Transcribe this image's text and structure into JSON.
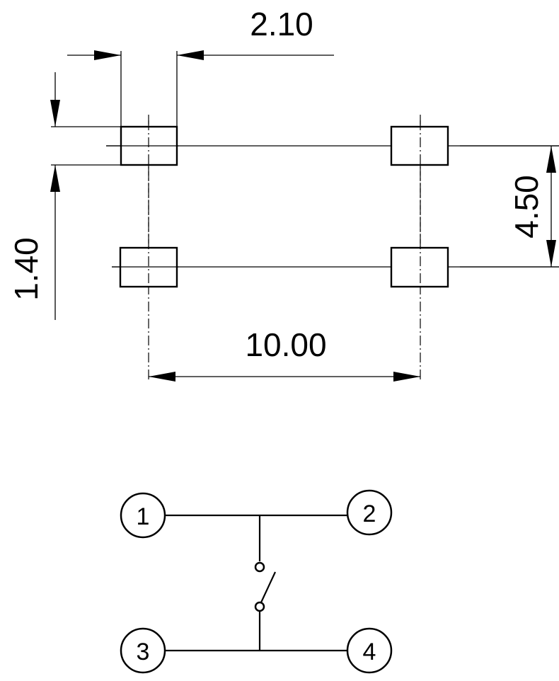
{
  "dimensions": {
    "pad_width": "2.10",
    "pad_height": "1.40",
    "row_pitch": "4.50",
    "column_pitch": "10.00"
  },
  "schematic": {
    "pin1": "1",
    "pin2": "2",
    "pin3": "3",
    "pin4": "4"
  }
}
